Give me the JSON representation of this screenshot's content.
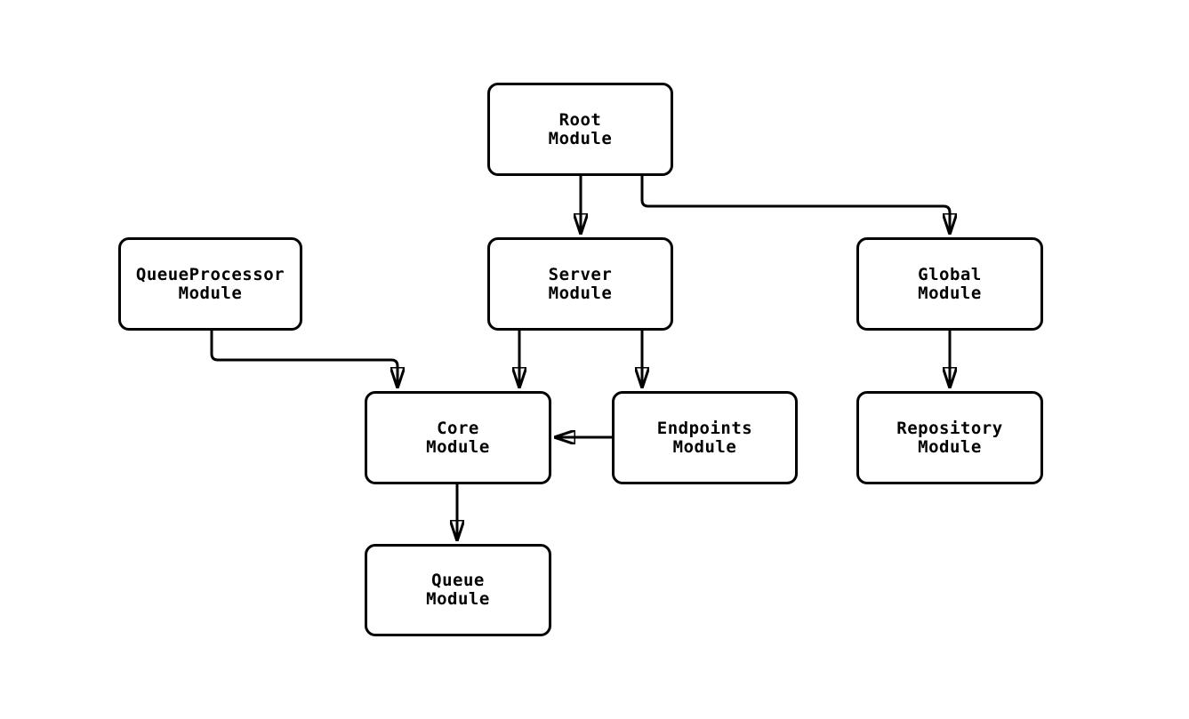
{
  "diagram": {
    "type": "module-dependency-flowchart",
    "background_color": "#ffffff",
    "node_fill_color": "#ffffff",
    "stroke_color": "#000000",
    "nodes": [
      {
        "id": "root",
        "label": "Root\nModule"
      },
      {
        "id": "queueprocessor",
        "label": "QueueProcessor\nModule"
      },
      {
        "id": "server",
        "label": "Server\nModule"
      },
      {
        "id": "global",
        "label": "Global\nModule"
      },
      {
        "id": "core",
        "label": "Core\nModule"
      },
      {
        "id": "endpoints",
        "label": "Endpoints\nModule"
      },
      {
        "id": "repository",
        "label": "Repository\nModule"
      },
      {
        "id": "queue",
        "label": "Queue\nModule"
      }
    ],
    "edges": [
      {
        "from": "root",
        "to": "server"
      },
      {
        "from": "root",
        "to": "global"
      },
      {
        "from": "queueprocessor",
        "to": "core"
      },
      {
        "from": "server",
        "to": "core"
      },
      {
        "from": "server",
        "to": "endpoints"
      },
      {
        "from": "endpoints",
        "to": "core"
      },
      {
        "from": "global",
        "to": "repository"
      },
      {
        "from": "core",
        "to": "queue"
      }
    ]
  }
}
